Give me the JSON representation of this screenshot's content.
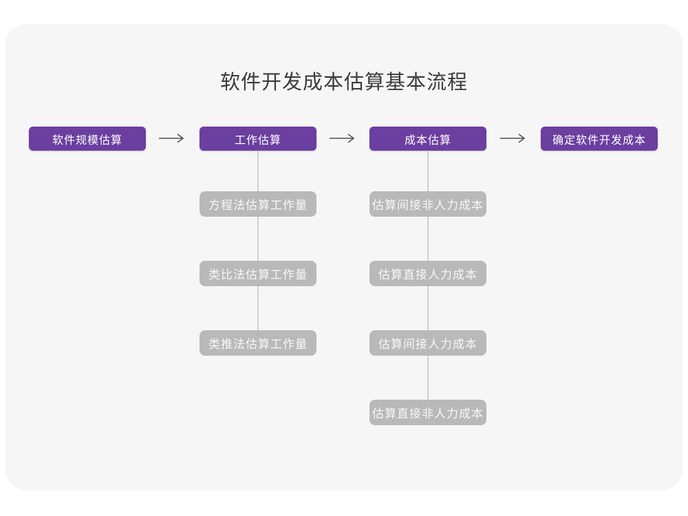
{
  "title": "软件开发成本估算基本流程",
  "colors": {
    "page_background": "#ffffff",
    "card_background": "#f6f6f7",
    "stage_box": "#6b3fa0",
    "substep_box": "#b9b9b9",
    "arrow": "#4d4d4d",
    "connector_line": "#cfcfcf",
    "title_text": "#3c3c3c",
    "box_text": "#ffffff"
  },
  "flow": {
    "stages": [
      {
        "label": "软件规模估算",
        "children": []
      },
      {
        "label": "工作估算",
        "children": [
          "方程法估算工作量",
          "类比法估算工作量",
          "类推法估算工作量"
        ]
      },
      {
        "label": "成本估算",
        "children": [
          "估算间接非人力成本",
          "估算直接人力成本",
          "估算间接人力成本",
          "估算直接非人力成本"
        ]
      },
      {
        "label": "确定软件开发成本",
        "children": []
      }
    ]
  }
}
